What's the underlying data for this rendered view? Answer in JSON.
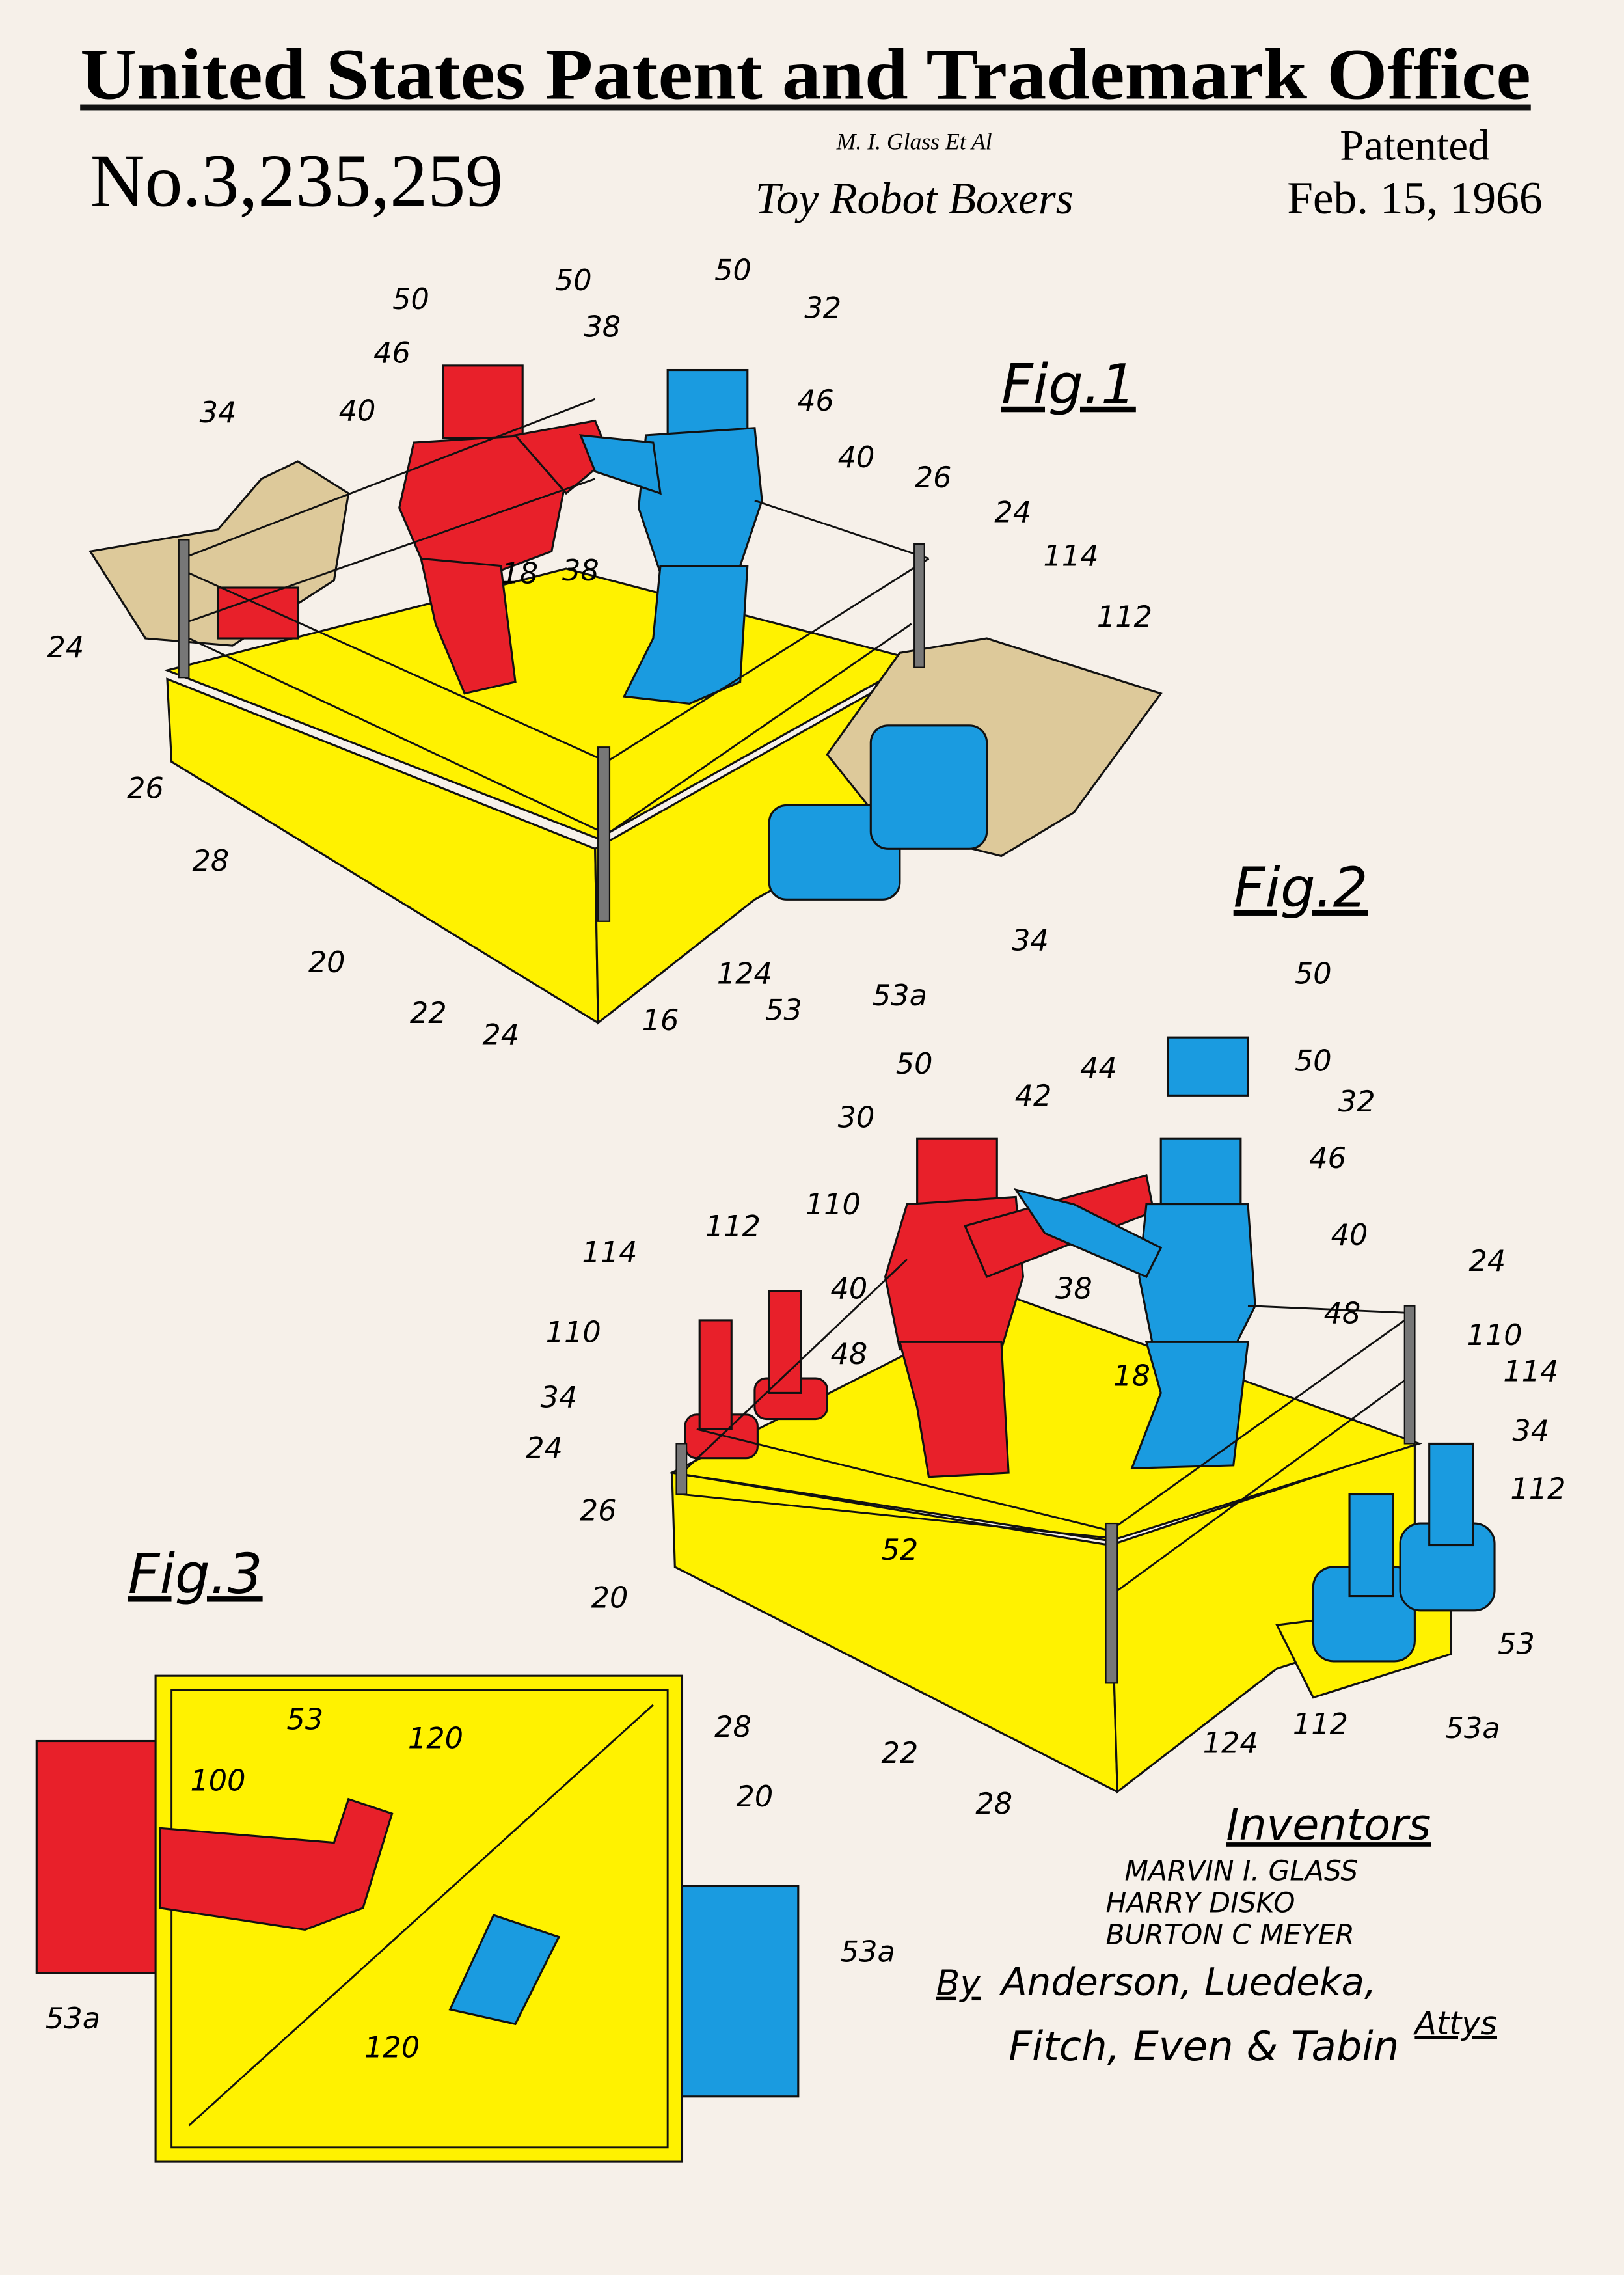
{
  "header": {
    "office": "United States Patent and Trademark Office",
    "patent_number": "No.3,235,259",
    "inventor_short": "M. I. Glass Et Al",
    "title": "Toy Robot Boxers",
    "patented_label": "Patented",
    "date": "Feb. 15, 1966"
  },
  "figures": {
    "fig1": {
      "label": "Fig.1",
      "refs": [
        "50",
        "50",
        "50",
        "32",
        "46",
        "38",
        "40",
        "34",
        "46",
        "40",
        "26",
        "24",
        "114",
        "112",
        "24",
        "18",
        "38",
        "26",
        "28",
        "20",
        "22",
        "24",
        "16",
        "124",
        "53",
        "53a",
        "34"
      ]
    },
    "fig2": {
      "label": "Fig.2",
      "refs": [
        "50",
        "50",
        "50",
        "44",
        "42",
        "32",
        "30",
        "46",
        "112",
        "110",
        "40",
        "114",
        "40",
        "38",
        "24",
        "110",
        "48",
        "110",
        "48",
        "18",
        "114",
        "34",
        "34",
        "24",
        "112",
        "26",
        "52",
        "20",
        "53",
        "22",
        "53a",
        "124",
        "112",
        "28"
      ]
    },
    "fig3": {
      "label": "Fig.3",
      "refs": [
        "28",
        "53",
        "120",
        "20",
        "100",
        "53a",
        "120",
        "53a"
      ]
    }
  },
  "inventors": {
    "heading": "Inventors",
    "names": [
      "MARVIN I. GLASS",
      "HARRY DISKO",
      "BURTON C MEYER"
    ]
  },
  "attorneys": {
    "by": "By",
    "line1": "Anderson, Luedeka,",
    "line2": "Fitch, Even & Tabin",
    "suffix": "Attys"
  },
  "colors": {
    "background": "#f6f0e9",
    "yellow": "#fff200",
    "red": "#e8202a",
    "blue": "#1a9be0",
    "skin": "#ddc99a"
  }
}
